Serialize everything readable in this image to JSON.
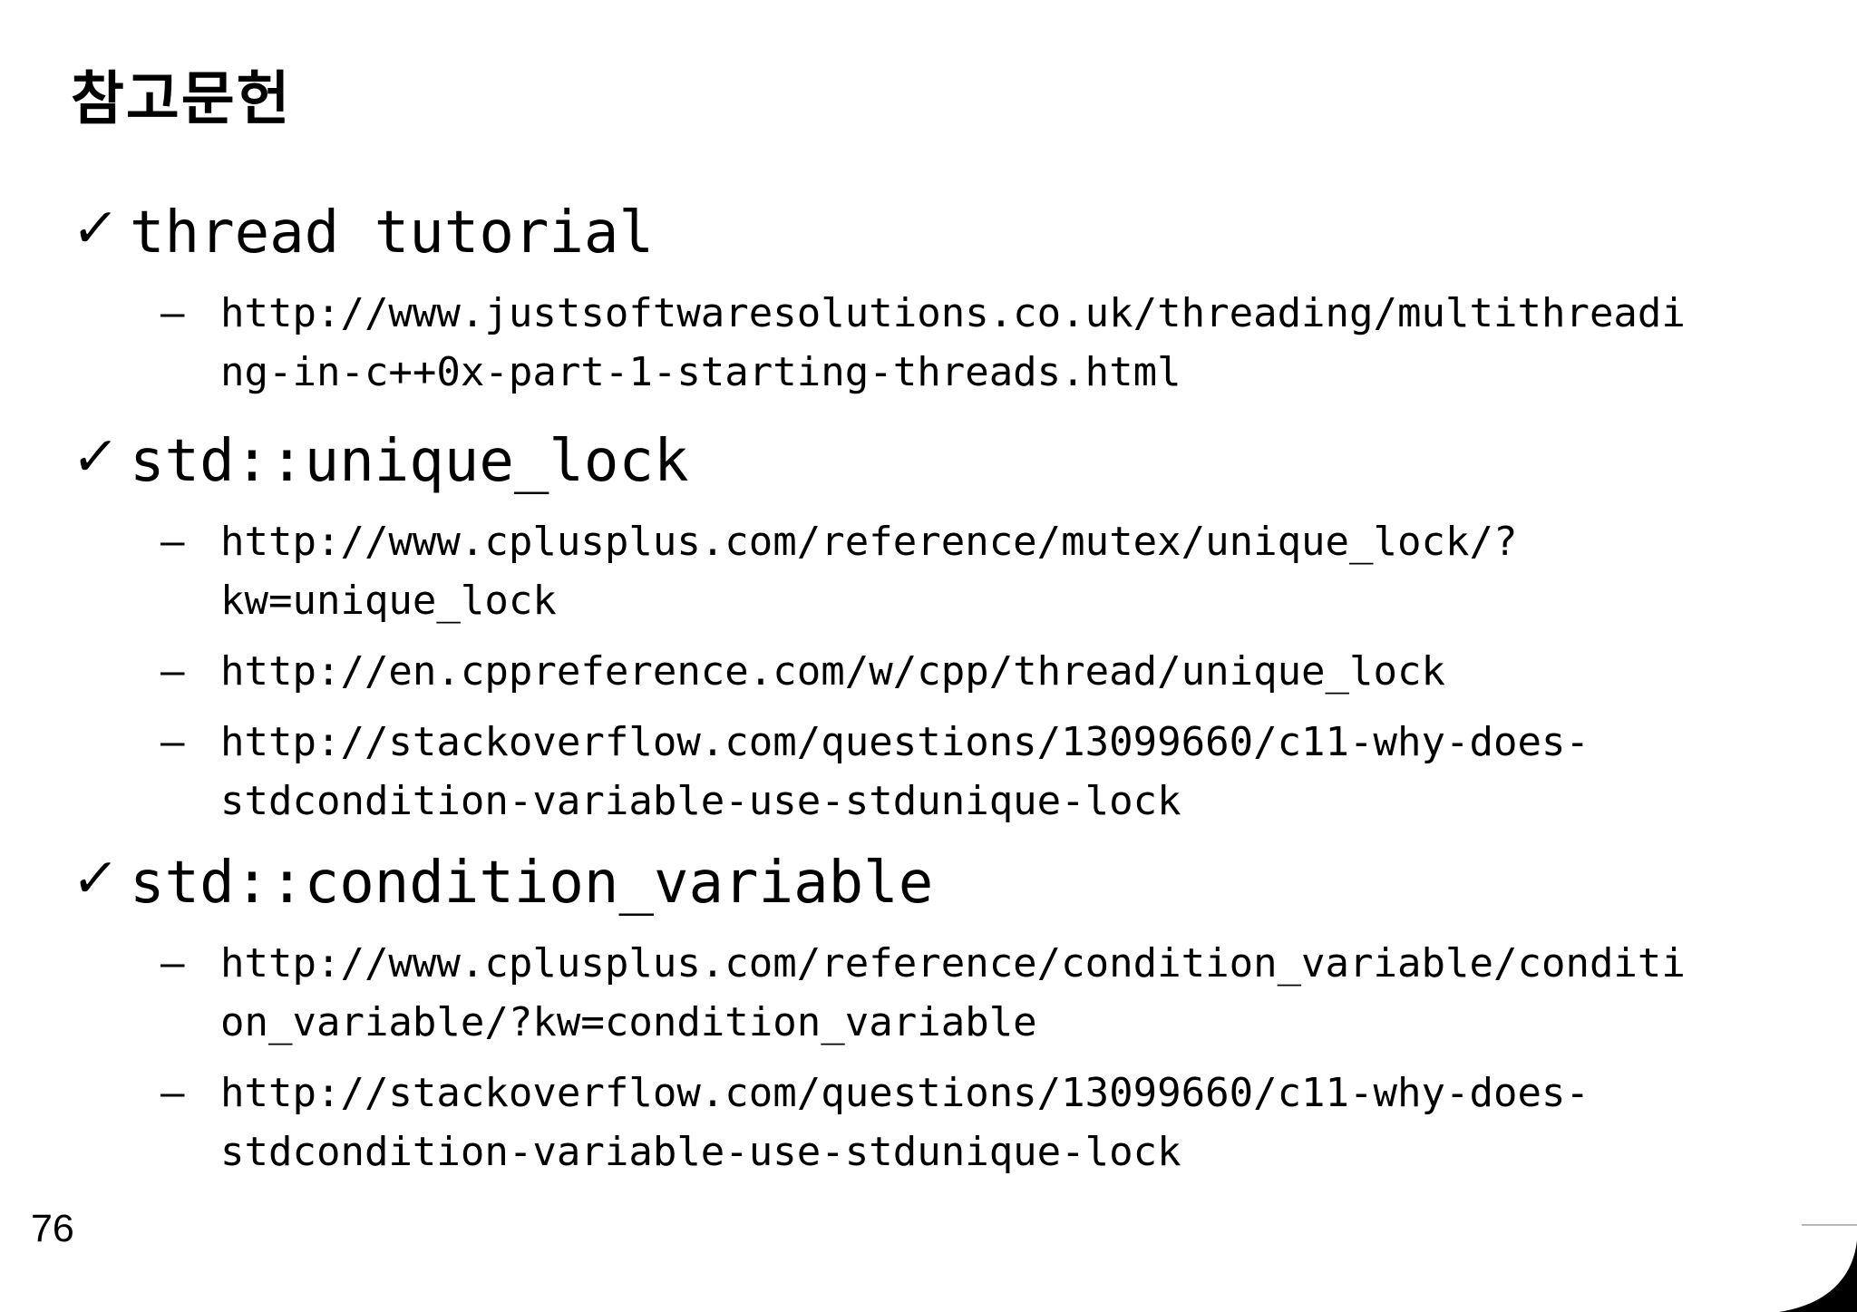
{
  "slide": {
    "title": "참고문헌",
    "page_number": "76",
    "bullet_char": "✓",
    "dash_char": "–",
    "decoration_color": "#000000",
    "decoration_line_color": "#b8b8b8",
    "sections": [
      {
        "heading": "thread tutorial",
        "items": [
          {
            "lines": [
              "http://www.justsoftwaresolutions.co.uk/threading/multithreadi",
              "ng-in-c++0x-part-1-starting-threads.html"
            ]
          }
        ]
      },
      {
        "heading": "std::unique_lock",
        "items": [
          {
            "lines": [
              "http://www.cplusplus.com/reference/mutex/unique_lock/?",
              "kw=unique_lock"
            ]
          },
          {
            "lines": [
              "http://en.cppreference.com/w/cpp/thread/unique_lock"
            ]
          },
          {
            "lines": [
              "http://stackoverflow.com/questions/13099660/c11-why-does-",
              "stdcondition-variable-use-stdunique-lock"
            ]
          }
        ]
      },
      {
        "heading": "std::condition_variable",
        "items": [
          {
            "lines": [
              "http://www.cplusplus.com/reference/condition_variable/conditi",
              "on_variable/?kw=condition_variable"
            ]
          },
          {
            "lines": [
              "http://stackoverflow.com/questions/13099660/c11-why-does-",
              "stdcondition-variable-use-stdunique-lock"
            ]
          }
        ]
      }
    ]
  }
}
